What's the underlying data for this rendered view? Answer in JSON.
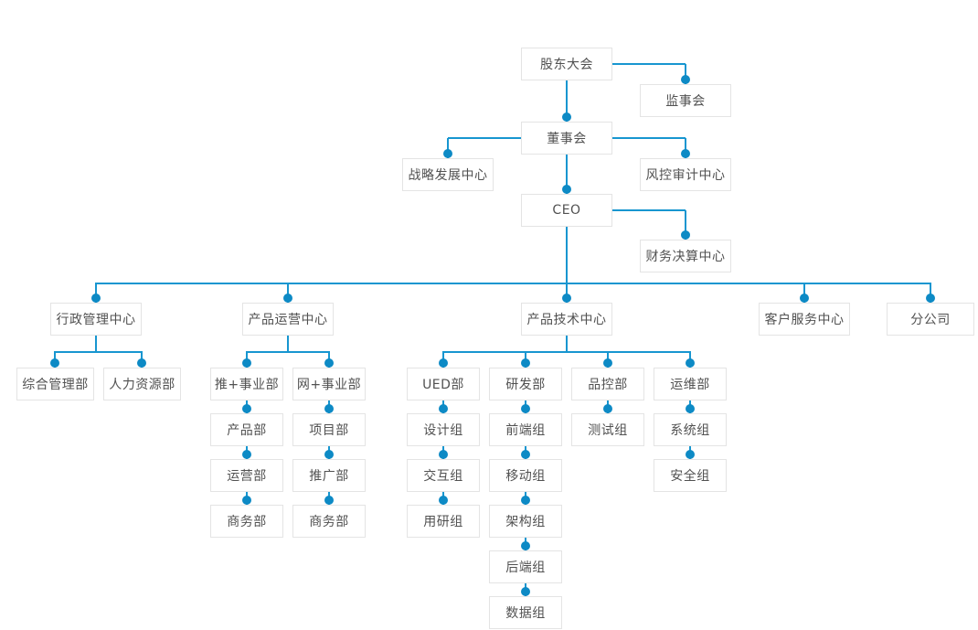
{
  "colors": {
    "connector_line": "#1796d0",
    "connector_dot": "#0d8ac5",
    "box_border": "#e4e4e4",
    "box_background": "#ffffff",
    "text": "#515151"
  },
  "nodes": {
    "shareholders-meeting": {
      "label": "股东大会"
    },
    "supervisory-board": {
      "label": "监事会"
    },
    "board-of-directors": {
      "label": "董事会"
    },
    "strategy-dev-center": {
      "label": "战略发展中心"
    },
    "risk-audit-center": {
      "label": "风控审计中心"
    },
    "ceo": {
      "label": "CEO"
    },
    "finance-center": {
      "label": "财务决算中心"
    },
    "admin-center": {
      "label": "行政管理中心"
    },
    "product-ops-center": {
      "label": "产品运营中心"
    },
    "product-tech-center": {
      "label": "产品技术中心"
    },
    "customer-service-center": {
      "label": "客户服务中心"
    },
    "branch-company": {
      "label": "分公司"
    },
    "general-mgmt-dept": {
      "label": "综合管理部"
    },
    "hr-dept": {
      "label": "人力资源部"
    },
    "tui-division": {
      "label": "推+事业部"
    },
    "wang-division": {
      "label": "网+事业部"
    },
    "ued-dept": {
      "label": "UED部"
    },
    "rd-dept": {
      "label": "研发部"
    },
    "qc-dept": {
      "label": "品控部"
    },
    "om-dept": {
      "label": "运维部"
    },
    "product-dept": {
      "label": "产品部"
    },
    "project-dept": {
      "label": "项目部"
    },
    "design-group": {
      "label": "设计组"
    },
    "frontend-group": {
      "label": "前端组"
    },
    "testing-group": {
      "label": "测试组"
    },
    "system-group": {
      "label": "系统组"
    },
    "operations-dept": {
      "label": "运营部"
    },
    "promotion-dept": {
      "label": "推广部"
    },
    "interaction-group": {
      "label": "交互组"
    },
    "mobile-group": {
      "label": "移动组"
    },
    "security-group": {
      "label": "安全组"
    },
    "business-dept-tui": {
      "label": "商务部"
    },
    "business-dept-wang": {
      "label": "商务部"
    },
    "user-research-group": {
      "label": "用研组"
    },
    "architecture-group": {
      "label": "架构组"
    },
    "backend-group": {
      "label": "后端组"
    },
    "data-group": {
      "label": "数据组"
    }
  }
}
